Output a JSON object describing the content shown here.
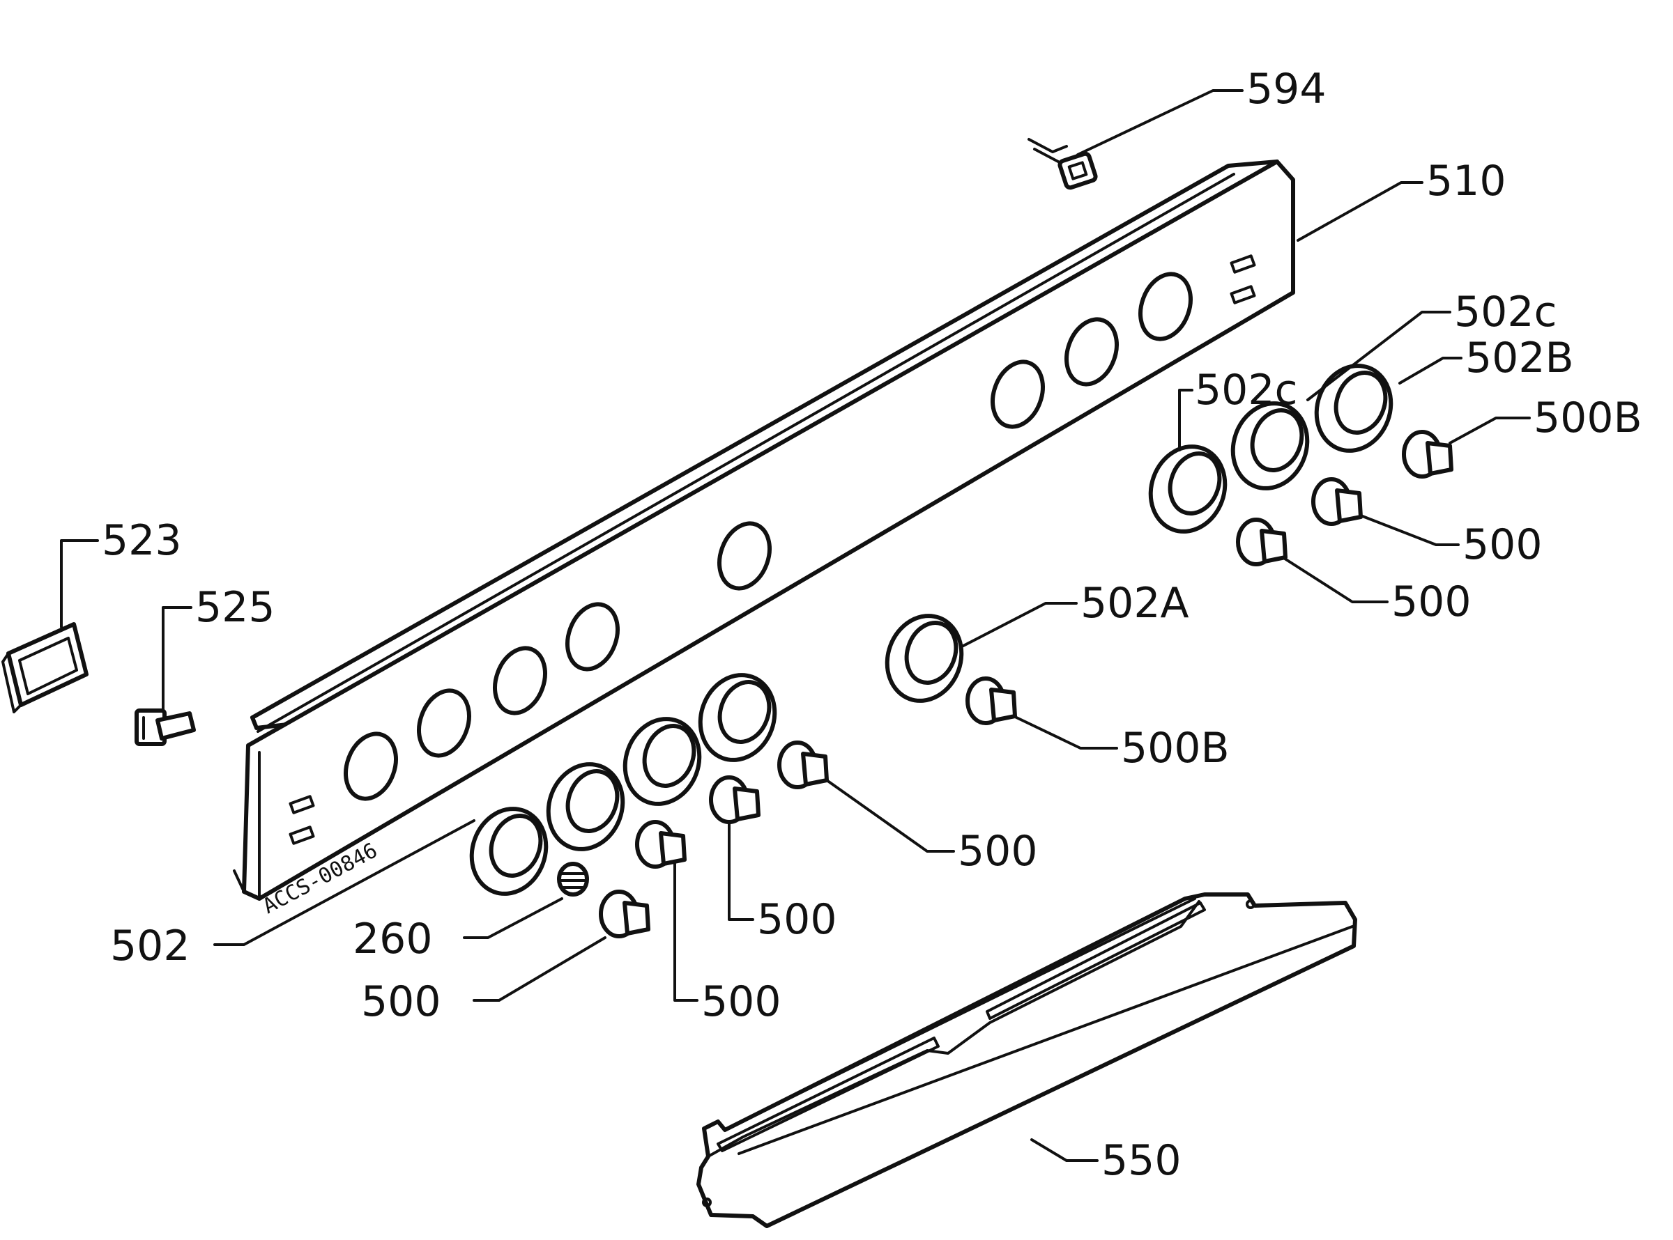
{
  "diagram": {
    "stamp_text": "ACCS-00846",
    "colors": {
      "ink": "#111111",
      "paper": "#ffffff"
    },
    "labels": {
      "l594": "594",
      "l510": "510",
      "l502c_outer": "502c",
      "l502b": "502B",
      "l500b_right": "500B",
      "l502c_inner": "502c",
      "l523": "523",
      "l525": "525",
      "l500_r1": "500",
      "l500_r2": "500",
      "l502a": "502A",
      "l500b_mid": "500B",
      "l500_mid": "500",
      "l500_c": "500",
      "l502": "502",
      "l260": "260",
      "l500_bl": "500",
      "l500_bc": "500",
      "l550": "550"
    }
  }
}
